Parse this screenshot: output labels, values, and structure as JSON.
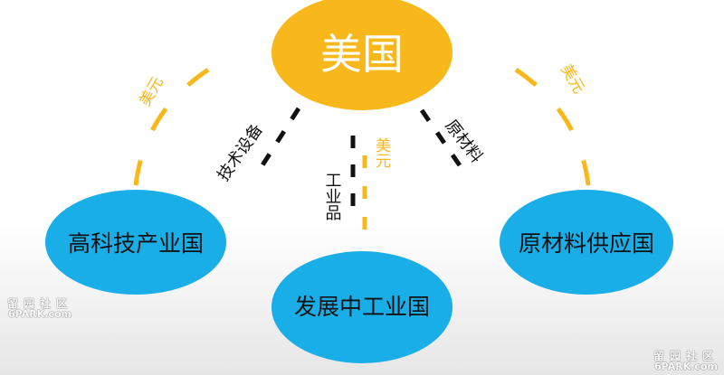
{
  "nodes": {
    "center": "美国",
    "left": "高科技产业国",
    "bottom": "发展中工业国",
    "right": "原材料供应国"
  },
  "flows": {
    "left_dollar": "美元",
    "right_dollar": "美元",
    "tech_equipment": "技术设备",
    "industrial_goods": "工业品",
    "middle_dollar": "美元",
    "raw_materials": "原材料"
  },
  "watermark": {
    "cn": "留园社区",
    "en": "6PARK.com"
  },
  "colors": {
    "yellow": "#F8B81C",
    "blue": "#1AAEE8",
    "black": "#111111"
  }
}
